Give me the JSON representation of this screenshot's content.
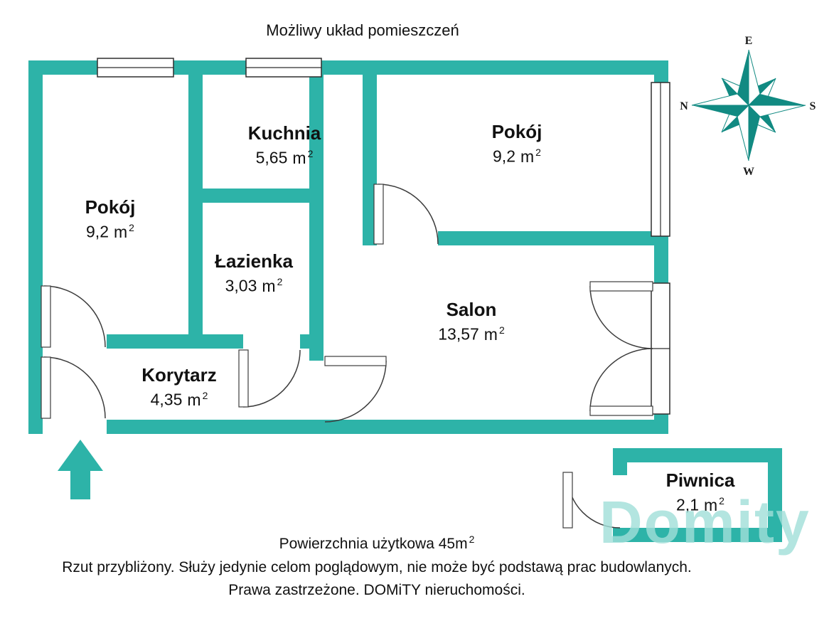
{
  "title": "Możliwy układ pomieszczeń",
  "colors": {
    "wall": "#2db3a8"
  },
  "compass": {
    "e": "E",
    "s": "S",
    "w": "W",
    "n": "N"
  },
  "units": {
    "unit": "m",
    "sup": "2"
  },
  "rooms": [
    {
      "id": "pokoj-left",
      "name": "Pokój",
      "area": "9,2"
    },
    {
      "id": "kuchnia",
      "name": "Kuchnia",
      "area": "5,65"
    },
    {
      "id": "pokoj-right",
      "name": "Pokój",
      "area": "9,2"
    },
    {
      "id": "lazienka",
      "name": "Łazienka",
      "area": "3,03"
    },
    {
      "id": "salon",
      "name": "Salon",
      "area": "13,57"
    },
    {
      "id": "korytarz",
      "name": "Korytarz",
      "area": "4,35"
    },
    {
      "id": "piwnica",
      "name": "Piwnica",
      "area": "2,1"
    }
  ],
  "footer": {
    "usable_area": "Powierzchnia użytkowa 45",
    "disclaimer": "Rzut przybliżony. Służy jedynie celom poglądowym, nie może być podstawą prac budowlanych.",
    "rights": "Prawa zastrzeżone. DOMiTY nieruchomości."
  },
  "watermark": "Domity"
}
